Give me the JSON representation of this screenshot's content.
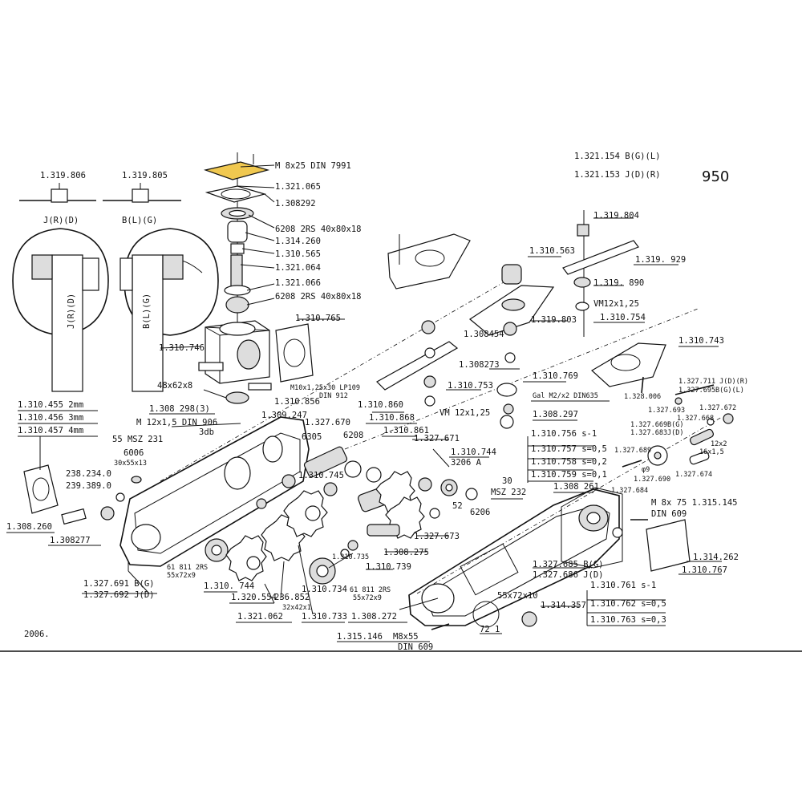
{
  "header": {
    "ref_b": "1.321.154  B(G)(L)",
    "ref_j": "1.321.153  J(D)(R)",
    "page_number": "950"
  },
  "footer": {
    "year": "2006."
  },
  "highlight_color": "#f0c850",
  "labels": {
    "l_m8x25": "M 8x25 DIN 7991",
    "l_1321065": "1.321.065",
    "l_1308292": "1.308292",
    "l_6208a": "6208  2RS 40x80x18",
    "l_1314260": "1.314.260",
    "l_1310565": "1.310.565",
    "l_1321064": "1.321.064",
    "l_1321066": "1.321.066",
    "l_6208b": "6208 2RS 40x80x18",
    "l_1310765": "1.310.765",
    "l_1310746": "1.310.746",
    "l_48x62x8": "48x62x8",
    "l_1308298": "1.308 298(3)",
    "l_m12x15": "M 12x1,5  DIN 906",
    "l_3db": "3db",
    "l_1319806": "1.319.806",
    "l_1319805": "1.319.805",
    "l_jrd": "J(R)(D)",
    "l_blg": "B(L)(G)",
    "l_jrd_v": "J(R)(D)",
    "l_blg_v": "B(L)(G)",
    "l_1310455": "1.310.455   2mm",
    "l_1310456": "1.310.456   3mm",
    "l_1310457": "1.310.457   4mm",
    "l_55msz": "55  MSZ 231",
    "l_6006": "6006",
    "l_30x55": "30x55x13",
    "l_238": "238.234.0",
    "l_239": "239.389.0",
    "l_1308260": "1.308.260",
    "l_1308277": "1.308277",
    "l_1327691": "1.327.691 B(G)",
    "l_1327692": "1.327.692 J(D)",
    "l_61811": "61 811 2RS",
    "l_55x72a": "55x72x9",
    "l_1310744a": "1.310. 744",
    "l_1320554": "1.320.554",
    "l_1321062": "1.321.062",
    "l_236852": "236.852",
    "l_32x42": "32x42x1",
    "l_1310733": "1.310.733",
    "l_1310734": "1.310.734",
    "l_61811b": "61 811 2RS",
    "l_55x72b": "55x72x9",
    "l_1308272": "1.308.272",
    "l_1315146": "1.315.146",
    "l_m8x55": "M8x55",
    "l_din609a": "DIN 609",
    "l_m10": "M10x1,25x30 LP109",
    "l_din912": "DIN 912",
    "l_1310856": "1.310.856",
    "l_1309247": "1.309.247",
    "l_1327670": "1.327.670",
    "l_1310860": "1.310.860",
    "l_1310868": "1.310.868",
    "l_1310861": "1.310.861",
    "l_6305": "6305",
    "l_6208c": "6208",
    "l_1327671": "1.327.671",
    "l_1310745": "1.310.745",
    "l_1310744b": "1.310.744",
    "l_3206a": "3206 A",
    "l_52": "52",
    "l_6206": "6206",
    "l_1327673": "1.327.673",
    "l_1308275": "1.308.275",
    "l_1310739": "1.310.739",
    "l_1310735": "1.310.735",
    "l_1310563": "1.310.563",
    "l_1308454": "1.308454",
    "l_1319803": "1.319.803",
    "l_1308273": "1.308273",
    "l_1310753": "1.310.753",
    "l_vm12a": "VM 12x1,25",
    "l_1310769": "1.310.769",
    "l_galm": "Gal M2/x2 DIN635",
    "l_1308297": "1.308.297",
    "l_1310756": "1.310.756   s-1",
    "l_1310757": "1.310.757   s=0,5",
    "l_1310758": "1.310.758   s=0,2",
    "l_1310759": "1.310.759   s=0,1",
    "l_30": "30",
    "l_msz232": "MSZ 232",
    "l_1308261": "1.308 261",
    "l_1327684": "1.327.684",
    "l_m8x75": "M 8x 75  1.315.145",
    "l_din609b": "DIN 609",
    "l_1319804": "1.319.804",
    "l_1319929": "1.319. 929",
    "l_1319890": "1.319. 890",
    "l_vm12b": "VM12x1,25",
    "l_1310754": "1.310.754",
    "l_1310743": "1.310.743",
    "l_1327711": "1.327.711 J(D)(R)",
    "l_1327695": "1.327.695B(G)(L)",
    "l_1328006": "1.328.006",
    "l_1327693": "1.327.693",
    "l_1327672": "1.327.672",
    "l_1327668": "1.327.668",
    "l_1327669": "1.327.669B(G)",
    "l_1327683": "1.327.683J(D)",
    "l_1327689": "1.327.689",
    "l_1327690": "1.327.690",
    "l_phi9": "φ9",
    "l_12x2": "12x2",
    "l_16x15": "16x1,5",
    "l_1327674": "1.327.674",
    "l_1327685": "1.327.685 B(G)",
    "l_1327686": "1.327.686 J(D)",
    "l_55x72x10": "55x72x10",
    "l_1314357": "1.314.357",
    "l_721": "72 1",
    "l_1310761": "1.310.761   s-1",
    "l_1310762": "1.310.762   s=0,5",
    "l_1310763": "1.310.763   s=0,3",
    "l_1314262": "1.314.262",
    "l_1310767": "1.310.767"
  }
}
